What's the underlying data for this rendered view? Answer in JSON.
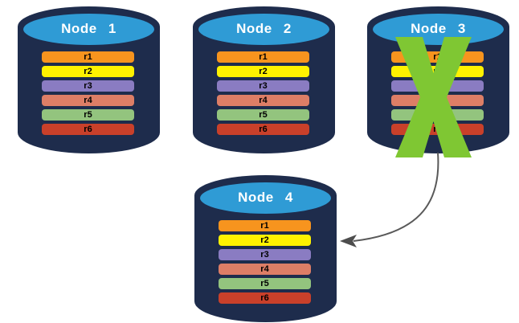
{
  "nodes": [
    {
      "title": "Node 1",
      "failed": false,
      "records": [
        {
          "label": "r1",
          "color": "#F7941E"
        },
        {
          "label": "r2",
          "color": "#FFF200"
        },
        {
          "label": "r3",
          "color": "#8A7CC2"
        },
        {
          "label": "r4",
          "color": "#DD7E66"
        },
        {
          "label": "r5",
          "color": "#93C47E"
        },
        {
          "label": "r6",
          "color": "#C9402A"
        }
      ]
    },
    {
      "title": "Node 2",
      "failed": false,
      "records": [
        {
          "label": "r1",
          "color": "#F7941E"
        },
        {
          "label": "r2",
          "color": "#FFF200"
        },
        {
          "label": "r3",
          "color": "#8A7CC2"
        },
        {
          "label": "r4",
          "color": "#DD7E66"
        },
        {
          "label": "r5",
          "color": "#93C47E"
        },
        {
          "label": "r6",
          "color": "#C9402A"
        }
      ]
    },
    {
      "title": "Node 3",
      "failed": true,
      "records": [
        {
          "label": "r1",
          "color": "#F7941E"
        },
        {
          "label": "r2",
          "color": "#FFF200"
        },
        {
          "label": "r3",
          "color": "#8A7CC2"
        },
        {
          "label": "r4",
          "color": "#DD7E66"
        },
        {
          "label": "r5",
          "color": "#93C47E"
        },
        {
          "label": "r6",
          "color": "#C9402A"
        }
      ]
    },
    {
      "title": "Node 4",
      "failed": false,
      "records": [
        {
          "label": "r1",
          "color": "#F7941E"
        },
        {
          "label": "r2",
          "color": "#FFF200"
        },
        {
          "label": "r3",
          "color": "#8A7CC2"
        },
        {
          "label": "r4",
          "color": "#DD7E66"
        },
        {
          "label": "r5",
          "color": "#93C47E"
        },
        {
          "label": "r6",
          "color": "#C9402A"
        }
      ]
    }
  ],
  "failure": {
    "node": "Node 3",
    "x_color": "#7FC733"
  },
  "arrow": {
    "from": "Node 3",
    "to": "Node 4",
    "line_color": "#595959",
    "head_color": "#4D4D4D"
  },
  "colors": {
    "cylinder_body": "#1E2C4C",
    "cylinder_top": "#2F9BD5",
    "node_title_text": "#FFFFFF",
    "record_text": "#000000",
    "background": "#FFFFFF"
  }
}
